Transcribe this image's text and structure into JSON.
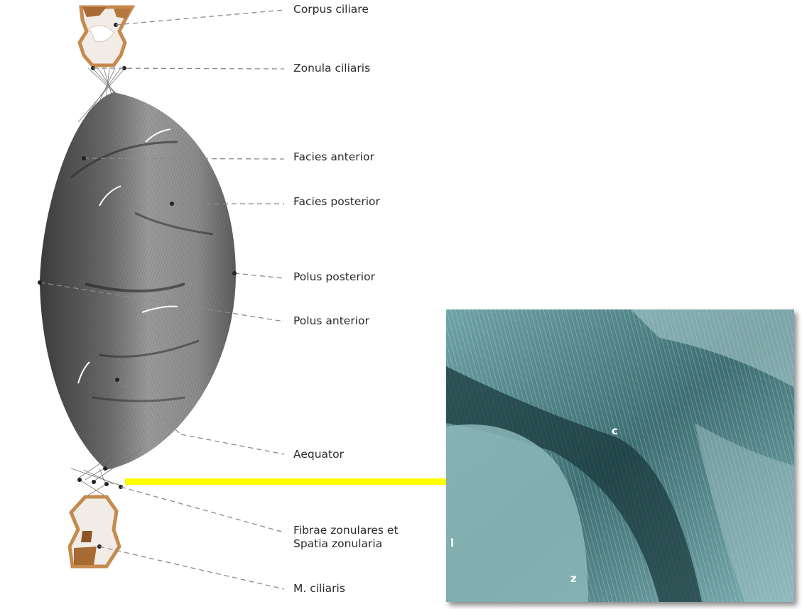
{
  "labels": {
    "corpus_ciliare": "Corpus ciliare",
    "zonula_ciliaris": "Zonula ciliaris",
    "facies_anterior": "Facies anterior",
    "facies_posterior": "Facies posterior",
    "polus_posterior": "Polus posterior",
    "polus_anterior": "Polus anterior",
    "aequator": "Aequator",
    "fibrae_line1": "Fibrae zonulares et",
    "fibrae_line2": "Spatia zonularia",
    "m_ciliaris": "M. ciliaris"
  },
  "micrograph": {
    "letter_c": "c",
    "letter_z": "z",
    "letter_l": "l"
  },
  "colors": {
    "arrow": "#ffff00",
    "leader_line": "#8a8a8a",
    "lens": "#5f5f5f",
    "ciliary_tissue": "#c58a4e",
    "micrograph_tint": "#4e8589"
  }
}
